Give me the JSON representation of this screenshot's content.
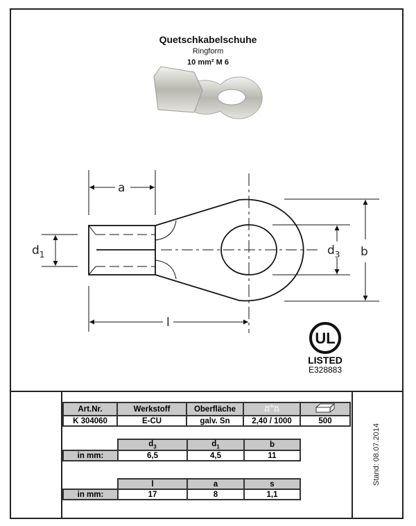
{
  "header": {
    "title": "Quetschkabelschuhe",
    "subtitle": "Ringform",
    "spec": "10 mm²  M 6"
  },
  "drawing": {
    "labels": {
      "a": "a",
      "l": "l",
      "d1": "d",
      "d1_sub": "1",
      "d3": "d",
      "d3_sub": "3",
      "b": "b"
    }
  },
  "certification": {
    "mark": "UL",
    "listed": "LISTED",
    "number": "E328883"
  },
  "product_table": {
    "headers": [
      "Art.Nr.",
      "Werkstoff",
      "Oberfläche",
      "weight-icon",
      "package-icon"
    ],
    "values": [
      "K 304060",
      "E-CU",
      "galv. Sn",
      "2,40 / 1000",
      "500"
    ]
  },
  "dims1": {
    "row_label": "in mm:",
    "headers": [
      {
        "t": "d",
        "s": "3"
      },
      {
        "t": "d",
        "s": "1"
      },
      {
        "t": "b",
        "s": ""
      }
    ],
    "values": [
      "6,5",
      "4,5",
      "11"
    ]
  },
  "dims2": {
    "row_label": "in mm:",
    "headers": [
      "l",
      "a",
      "s"
    ],
    "values": [
      "17",
      "8",
      "1,1"
    ]
  },
  "footer": {
    "stand": "Stand: 08.07.2014"
  }
}
